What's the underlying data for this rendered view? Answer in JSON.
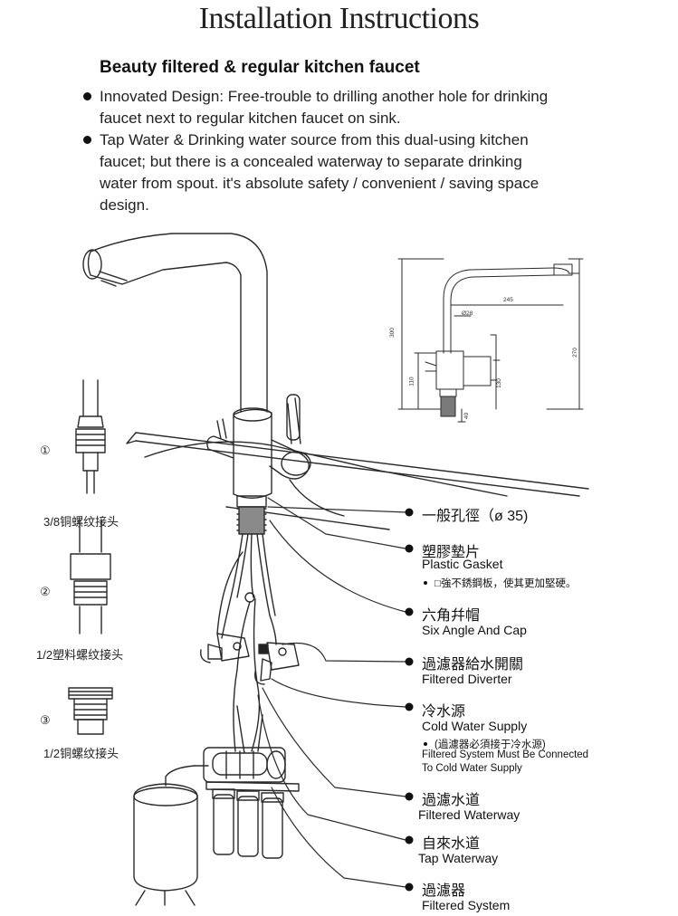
{
  "title": "Installation Instructions",
  "subtitle": "Beauty filtered & regular kitchen faucet",
  "bullets": [
    {
      "lines": [
        "Innovated Design: Free-trouble to drilling another hole for drinking",
        "faucet next to regular kitchen faucet on sink."
      ]
    },
    {
      "lines": [
        "Tap Water & Drinking water source from this dual-using kitchen",
        "faucet; but there is a concealed waterway to separate drinking",
        "water from spout. it's absolute safety / convenient / saving space",
        "design."
      ]
    }
  ],
  "fittings": [
    {
      "number": "①",
      "label": "3/8铜螺纹接头"
    },
    {
      "number": "②",
      "label": "1/2塑料螺纹接头"
    },
    {
      "number": "③",
      "label": "1/2铜螺纹接头"
    }
  ],
  "dimensions": {
    "d245": "245",
    "d28": "Ø28",
    "d300": "300",
    "d270": "270",
    "d110": "110",
    "d130": "130",
    "d40": "40"
  },
  "callouts": {
    "hole": {
      "zh": "一般孔徑（ø 35)"
    },
    "gasket": {
      "zh": "塑膠墊片",
      "en": "Plastic Gasket",
      "note": "□強不銹鋼板，使其更加堅硬。"
    },
    "cap": {
      "zh": "六角幷帽",
      "en": "Six Angle And Cap"
    },
    "diverter": {
      "zh": "過濾器給水開關",
      "en": "Filtered Diverter"
    },
    "cold": {
      "zh": "冷水源",
      "en": "Cold Water Supply",
      "note_zh": "(過濾器必須接于冷水源)",
      "note_en1": "Filtered System Must Be Connected",
      "note_en2": "To Cold Water Supply"
    },
    "filtered_waterway": {
      "zh": "過濾水道",
      "en": "Filtered Waterway"
    },
    "tap_waterway": {
      "zh": "自來水道",
      "en": "Tap Waterway"
    },
    "system": {
      "zh": "過濾器",
      "en": "Filtered System"
    }
  }
}
